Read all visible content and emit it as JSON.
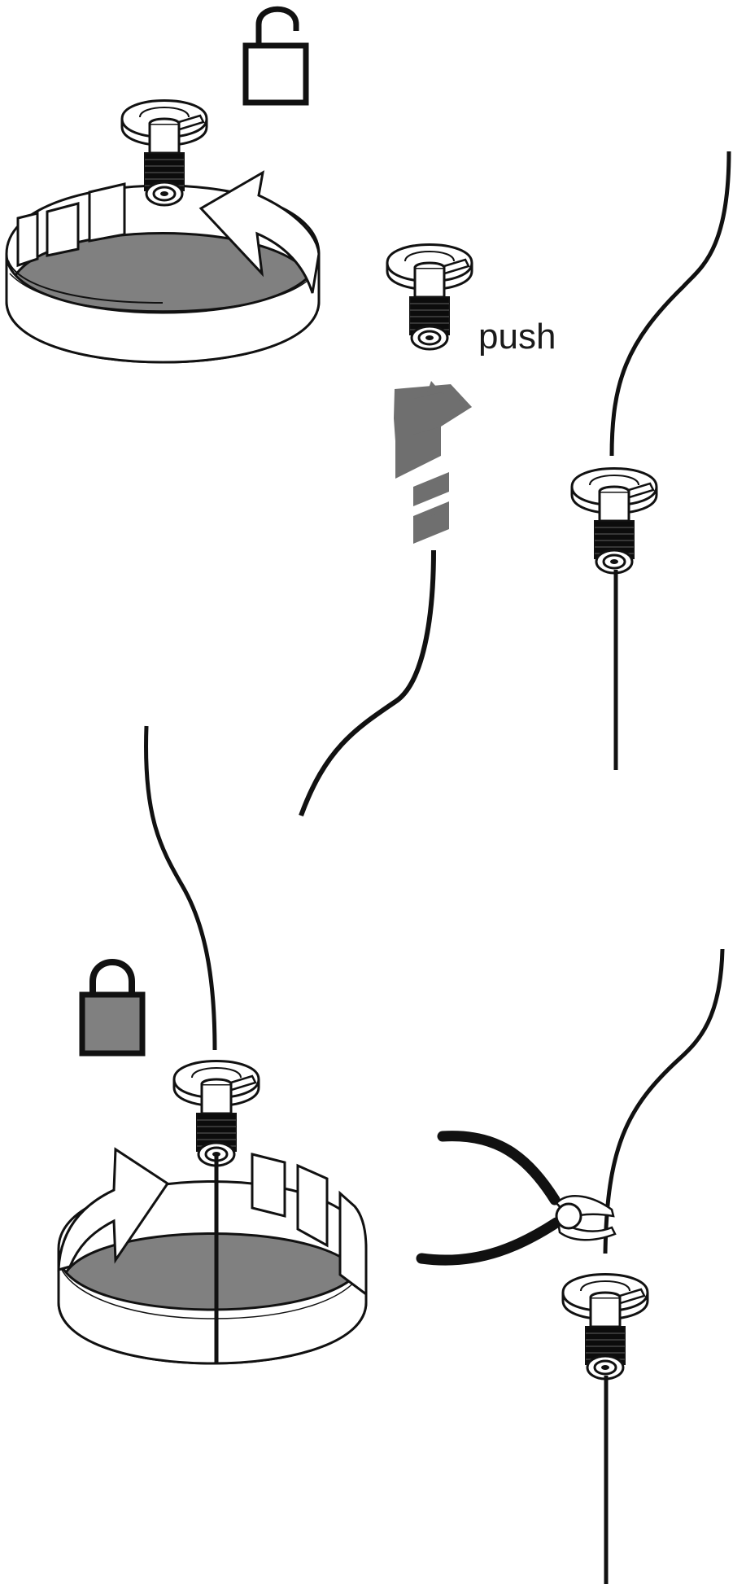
{
  "labels": {
    "push": "push"
  },
  "icons": {
    "unlock": "padlock-open-icon",
    "lock": "padlock-closed-icon",
    "pliers": "cutting-pliers-icon",
    "rotate_ccw": "rotate-counterclockwise-arrow",
    "rotate_cw": "rotate-clockwise-arrow",
    "push_arrow": "push-up-arrow"
  },
  "colors": {
    "ink": "#111111",
    "gray": "#808080",
    "dark_gray": "#6f6f6f",
    "white": "#ffffff"
  }
}
